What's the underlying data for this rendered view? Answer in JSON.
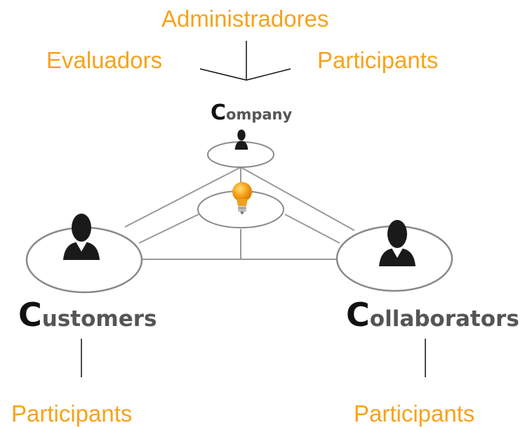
{
  "diagram": {
    "roles": {
      "top": "Administradores",
      "left": "Evaluadors",
      "right": "Participants",
      "bottom_left": "Participants",
      "bottom_right": "Participants"
    },
    "entities": {
      "company": {
        "initial": "C",
        "rest": "ompany"
      },
      "customers": {
        "initial": "C",
        "rest": "ustomers"
      },
      "collaborators": {
        "initial": "C",
        "rest": "ollaborators"
      }
    },
    "colors": {
      "role_text": "#F7A21B",
      "entity_text": "#555555",
      "entity_initial": "#111111",
      "connector": "#9a9a9a",
      "bulb": "#F7A21B",
      "person": "#1a1a1a"
    },
    "icons": [
      "person-icon",
      "lightbulb-icon"
    ]
  }
}
